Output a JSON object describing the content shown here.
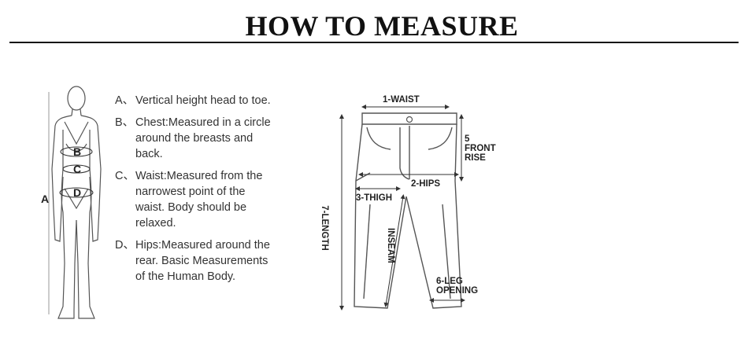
{
  "title": "HOW TO MEASURE",
  "body_figure": {
    "labels": {
      "b": "B",
      "c": "C",
      "d": "D",
      "a": "A"
    }
  },
  "steps": [
    {
      "key": "A、",
      "text": "Vertical height head to toe."
    },
    {
      "key": "B、",
      "text": "Chest:Measured in a circle around the breasts and back."
    },
    {
      "key": "C、",
      "text": "Waist:Measured from the narrowest point of the waist. Body should be relaxed."
    },
    {
      "key": "D、",
      "text": "Hips:Measured around the rear. Basic Measurements of the Human Body."
    }
  ],
  "pants_figure": {
    "waist": "1-WAIST",
    "hips": "2-HIPS",
    "thigh": "3-THIGH",
    "inseam": "INSEAM",
    "front_rise_num": "5",
    "front_rise_l1": "FRONT",
    "front_rise_l2": "RISE",
    "leg_opening_l1": "6-LEG",
    "leg_opening_l2": "OPENING",
    "length": "7-LENGTH"
  }
}
